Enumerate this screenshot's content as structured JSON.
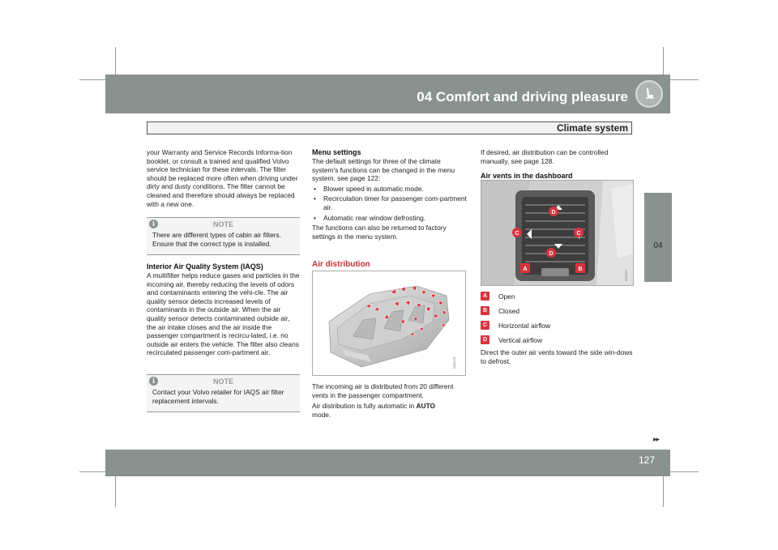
{
  "header": {
    "chapter_title": "04 Comfort and driving pleasure",
    "section_title": "Climate system",
    "side_tab": "04"
  },
  "footer": {
    "page_number": "127",
    "continue_marker": "▸▸"
  },
  "column1": {
    "intro": "your Warranty and Service Records Informa-tion booklet, or consult a trained and qualified Volvo service technician for these intervals. The filter should be replaced more often when driving under dirty and dusty conditions. The filter cannot be cleaned and therefore should always be replaced with a new one.",
    "note1": {
      "title": "NOTE",
      "body": "There are different types of cabin air filters. Ensure that the correct type is installed."
    },
    "iaqs_heading": "Interior Air Quality System (IAQS)",
    "iaqs_body": "A multifilter helps reduce gases and particles in the incoming air, thereby reducing the levels of odors and contaminants entering the vehi-cle. The air quality sensor detects increased levels of contaminants in the outside air. When the air quality sensor detects contaminated outside air, the air intake closes and the air inside the passenger compartment is recircu-lated, i.e. no outside air enters the vehicle. The filter also cleans recirculated passenger com-partment air.",
    "note2": {
      "title": "NOTE",
      "body": "Contact your Volvo retailer for IAQS air filter replacement intervals."
    }
  },
  "column2": {
    "menu_heading": "Menu settings",
    "menu_intro": "The default settings for three of the climate system's functions can be changed in the menu system, see page 122:",
    "bullets": [
      "Blower speed in automatic mode.",
      "Recirculation timer for passenger com-partment air.",
      "Automatic rear window defrosting."
    ],
    "menu_outro": "The functions can also be returned to factory settings in the menu system.",
    "air_heading": "Air distribution",
    "figure_code": "G020176",
    "air_text1": "The incoming air is distributed from 20 different vents in the passenger compartment.",
    "air_text2_prefix": "Air distribution is fully automatic in ",
    "air_text2_bold": "AUTO",
    "air_text2_suffix": "mode."
  },
  "column3": {
    "intro": "If desired, air distribution can be controlled manually, see page 128.",
    "vents_heading": "Air vents in the dashboard",
    "figure_code": "G017047",
    "vent_labels": {
      "a": "A",
      "b": "B",
      "c": "C",
      "d": "D"
    },
    "legend": [
      {
        "key": "A",
        "text": "Open"
      },
      {
        "key": "B",
        "text": "Closed"
      },
      {
        "key": "C",
        "text": "Horizontal airflow"
      },
      {
        "key": "D",
        "text": "Vertical airflow"
      }
    ],
    "outro": "Direct the outer air vents toward the side win-dows to defrost."
  },
  "colors": {
    "band": "#8a9290",
    "accent_red": "#d8343f",
    "heading_red": "#c0303b"
  }
}
